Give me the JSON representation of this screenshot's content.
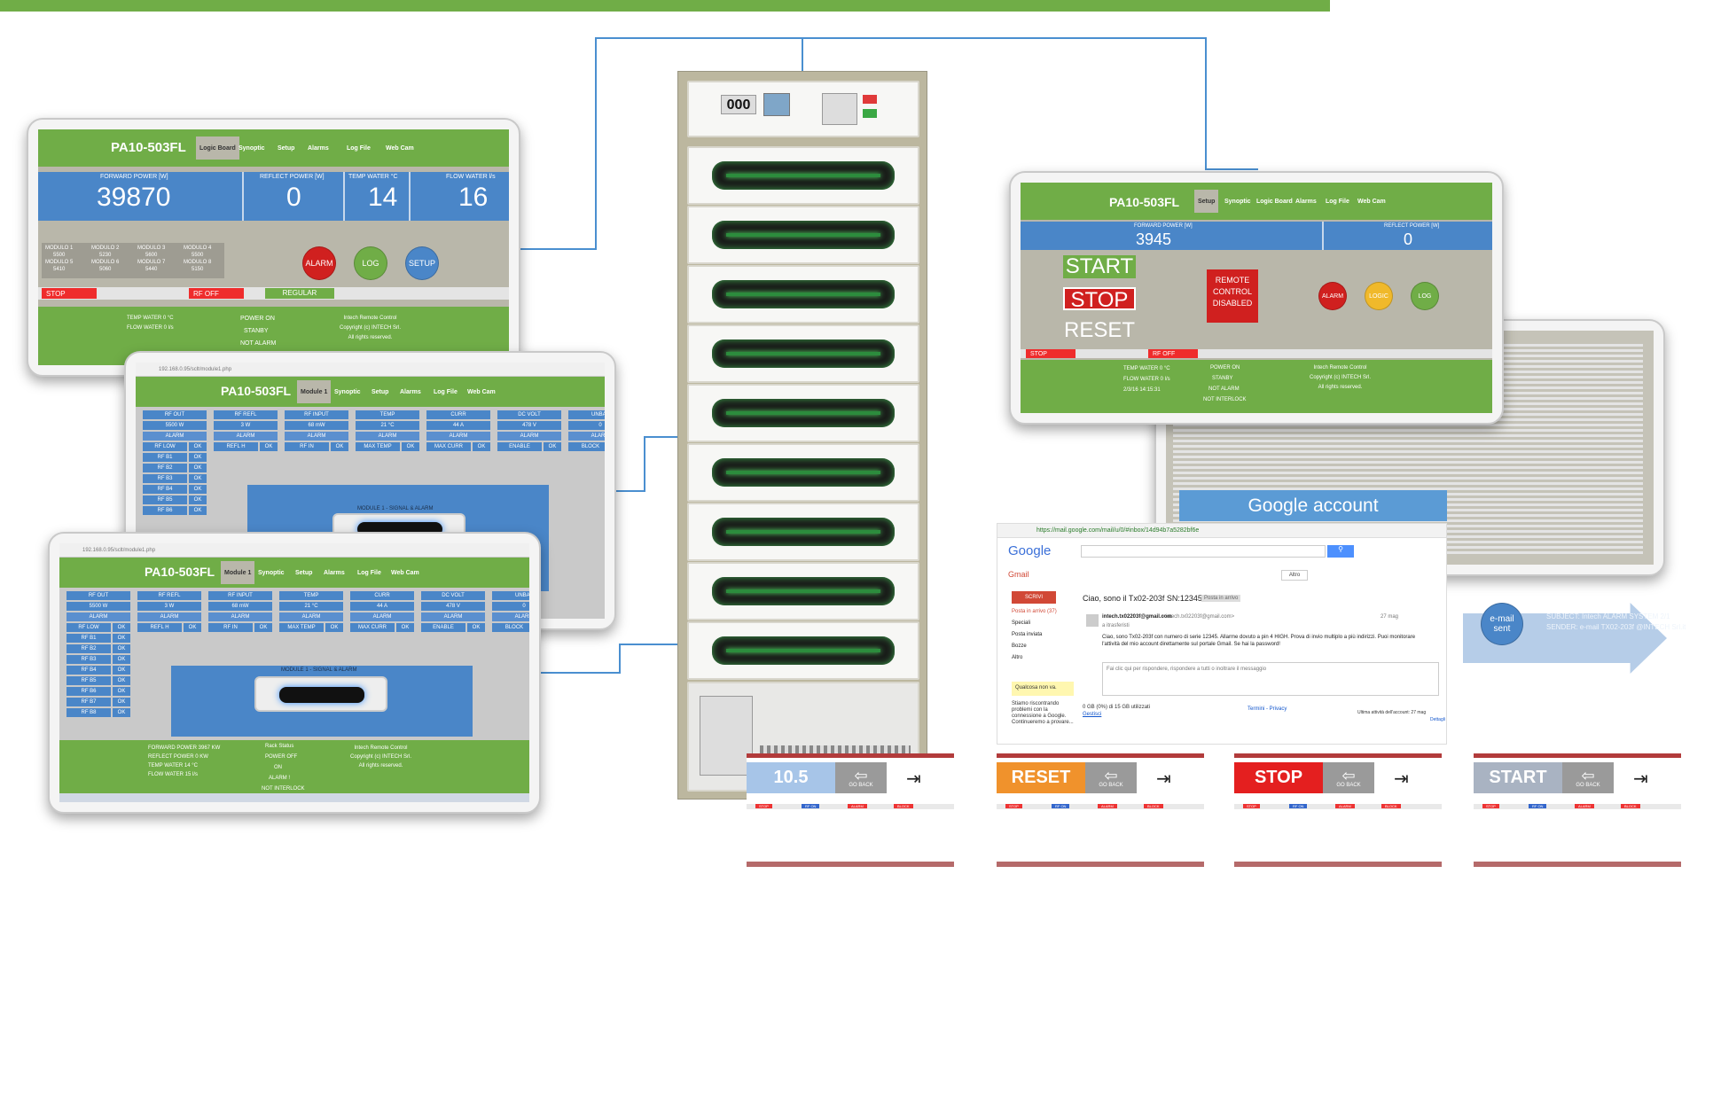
{
  "panel1": {
    "title": "PA10-503FL",
    "nav": [
      "Logic Board",
      "Synoptic",
      "Setup",
      "Alarms",
      "Log File",
      "Web Cam"
    ],
    "metrics": [
      {
        "label": "FORWARD POWER [W]",
        "value": "39870"
      },
      {
        "label": "REFLECT POWER [W]",
        "value": "0"
      },
      {
        "label": "TEMP WATER °C",
        "value": "14"
      },
      {
        "label": "FLOW WATER l/s",
        "value": "16"
      }
    ],
    "modules": [
      "MODULO 1\n5500\nMODULO 5\n5410",
      "MODULO 2\n5230\nMODULO 6\n5060",
      "MODULO 3\n5600\nMODULO 7\n5440",
      "MODULO 4\n5500\nMODULO 8\n5150"
    ],
    "alarm": "ALARM",
    "log": "LOG",
    "setup": "SETUP",
    "stop": "STOP",
    "rfoff": "RF OFF",
    "regular": "REGULAR",
    "footer_left": "TEMP WATER 0 °C\nFLOW WATER 0 l/s",
    "footer_mid": [
      "POWER ON",
      "STANBY",
      "NOT ALARM"
    ],
    "footer_right": "Intech Remote Control\nCopyright (c) INTECH Srl.\nAll rights reserved."
  },
  "panel2": {
    "title": "PA10-503FL",
    "url": "192.168.0.95/sclt/module1.php",
    "nav": [
      "Module 1",
      "Synoptic",
      "Setup",
      "Alarms",
      "Log File",
      "Web Cam"
    ],
    "cols": [
      "RF OUT",
      "RF REFL",
      "RF INPUT",
      "TEMP",
      "CURR",
      "DC VOLT",
      "UNBAL"
    ],
    "vals": [
      "5500 W",
      "3 W",
      "68 mW",
      "21 °C",
      "44 A",
      "478 V",
      "0"
    ],
    "flags": [
      "RF LOW",
      "REFL H",
      "RF IN",
      "MAX TEMP",
      "MAX CURR",
      "ENABLE",
      "BLOCK"
    ],
    "rows": [
      "RF B1",
      "RF B2",
      "RF B3",
      "RF B4",
      "RF B5",
      "RF B6"
    ],
    "alarm": "ALARM",
    "ok": "OK",
    "signal": "MODULE 1 - SIGNAL & ALARM"
  },
  "panel3": {
    "title": "PA10-503FL",
    "url": "192.168.0.95/sclt/module1.php",
    "nav": [
      "Module 1",
      "Synoptic",
      "Setup",
      "Alarms",
      "Log File",
      "Web Cam"
    ],
    "cols": [
      "RF OUT",
      "RF REFL",
      "RF INPUT",
      "TEMP",
      "CURR",
      "DC VOLT",
      "UNBAL"
    ],
    "vals": [
      "5500 W",
      "3 W",
      "68 mW",
      "21 °C",
      "44 A",
      "478 V",
      "0"
    ],
    "flags": [
      "RF LOW",
      "REFL H",
      "RF IN",
      "MAX TEMP",
      "MAX CURR",
      "ENABLE",
      "BLOCK"
    ],
    "rows": [
      "RF B1",
      "RF B2",
      "RF B3",
      "RF B4",
      "RF B5",
      "RF B6",
      "RF B7",
      "RF B8"
    ],
    "alarm": "ALARM",
    "ok": "OK",
    "signal": "MODULE 1 - SIGNAL & ALARM",
    "footer_left": "FORWARD POWER 3967 KW\nREFLECT POWER 0 KW\nTEMP WATER 14 °C\nFLOW WATER 15 l/s",
    "footer_mid": [
      "Rack Status",
      "POWER OFF",
      "ON",
      "ALARM !",
      "NOT INTERLOCK"
    ],
    "footer_right": "Intech Remote Control\nCopyright (c) INTECH Srl.\nAll rights reserved."
  },
  "panel4": {
    "title": "PA10-503FL",
    "nav": [
      "Setup",
      "Synoptic",
      "Logic Board",
      "Alarms",
      "Log File",
      "Web Cam"
    ],
    "fwd_label": "FORWARD POWER [W]",
    "fwd": "3945",
    "refl_label": "REFLECT POWER [W]",
    "refl": "0",
    "start": "START",
    "stop": "STOP",
    "reset": "RESET",
    "remote": "REMOTE\nCONTROL\nDISABLED",
    "alarm": "ALARM",
    "logic": "LOGIC",
    "log": "LOG",
    "stopbar": "STOP",
    "rfoff": "RF OFF",
    "footer_left": "TEMP WATER 0 °C\nFLOW WATER 0 l/s\n2/3/16 14:15:31",
    "footer_mid": [
      "POWER ON",
      "STANBY",
      "NOT ALARM",
      "NOT INTERLOCK"
    ],
    "footer_right": "Intech Remote Control\nCopyright (c) INTECH Srl.\nAll rights reserved."
  },
  "google_account": "Google account",
  "gmail": {
    "url": "https://mail.google.com/mail/u/0/#inbox/14d94b7a5282bf6e",
    "logo": "Google",
    "gmail": "Gmail",
    "compose": "SCRIVI",
    "folders": [
      "Posta in arrivo (37)",
      "Speciali",
      "Posta inviata",
      "Bozze",
      "Altro"
    ],
    "subject": "Ciao, sono il Tx02-203f SN:12345",
    "tag": "Posta in arrivo",
    "from": "intech.tx02203f@gmail.com",
    "from_full": "<intech.tx02203f@gmail.com>",
    "to": "a itrasferisti",
    "date": "27 mag",
    "body": "Ciao, sono Tx02-203f con numero di serie 12345. Allarme dovuto a pin 4 HIGH. Prova di invio multiplo a più indirizzi. Puoi monitorare l'attività del mio account direttamente sul portale Gmail. Se hai la password!",
    "reply": "Fai clic qui per rispondere, rispondere a tutti o inoltrare il messaggio",
    "chat": "Qualcosa non va.",
    "chat2": "Stiamo riscontrando problemi con la connessione a Google. Continueremo a provare...",
    "storage": "0 GB (0%) di 15 GB utilizzati",
    "manage": "Gestisci",
    "terms": "Termini - Privacy",
    "last": "Ultima attività dell'account: 27 mag",
    "details": "Dettagli",
    "more": "Altro"
  },
  "email_sent": "e-mail\nsent",
  "email_subject": "SUBJECT: Intech ALARM SYSTEM 2/1\nSENDER: e-mail TX02-203f @INTECH Srl.it",
  "minis": [
    {
      "label": "10.5",
      "color": "#a7c5e8"
    },
    {
      "label": "RESET",
      "color": "#f0922c"
    },
    {
      "label": "STOP",
      "color": "#e41f1f"
    },
    {
      "label": "START",
      "color": "#a9b3c2"
    }
  ],
  "goback": "GO BACK",
  "minilabels": [
    "STOP",
    "RF ON",
    "ALARM",
    "BLOCK"
  ]
}
